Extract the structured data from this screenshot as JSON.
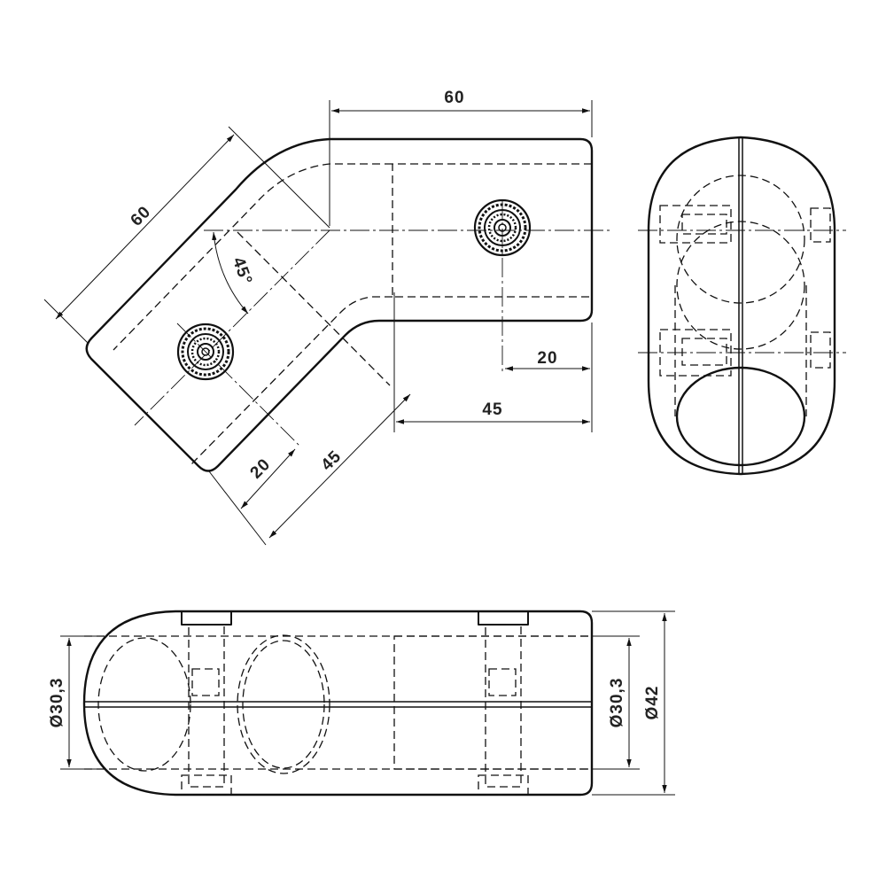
{
  "drawing": {
    "top_view": {
      "dim_top_length": "60",
      "dim_diagonal_length": "60",
      "dim_angle": "45°",
      "dim_right_bolt_offset": "20",
      "dim_right_arm": "45",
      "dim_left_bolt_offset": "20",
      "dim_left_arm": "45"
    },
    "front_view": {
      "dim_left_bore": "Ø30,3",
      "dim_right_bore": "Ø30,3",
      "dim_outer": "Ø42"
    },
    "colors": {
      "line": "#111111",
      "background": "#ffffff"
    }
  }
}
